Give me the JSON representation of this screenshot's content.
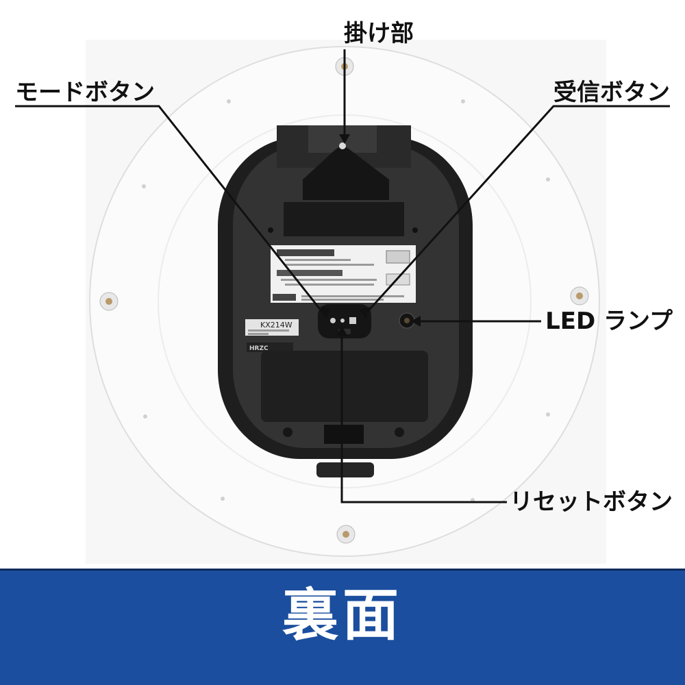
{
  "callouts": {
    "hook": "掛け部",
    "mode_button": "モードボタン",
    "receive_button": "受信ボタン",
    "led_lamp": "LED ランプ",
    "reset_button": "リセットボタン"
  },
  "banner": {
    "label": "裏面"
  },
  "sticker": {
    "model": "KX214W",
    "brand": "HRZC"
  },
  "colors": {
    "banner_blue": "#1b4e9e",
    "clock_body": "#2b2b2b",
    "background": "#ffffff"
  }
}
